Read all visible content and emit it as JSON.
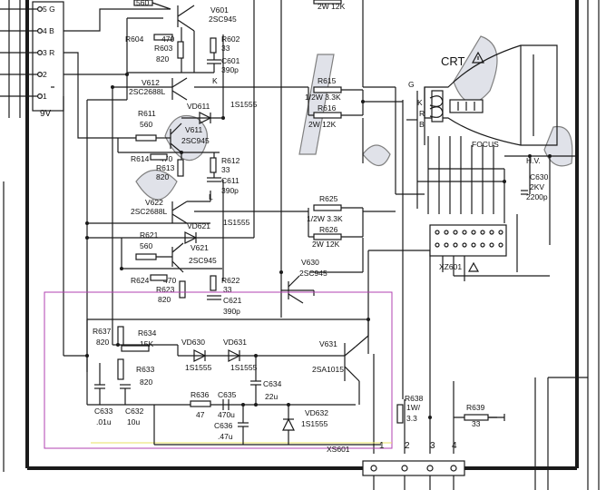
{
  "connector_left": {
    "pins": [
      "5 G",
      "4 B",
      "3 R",
      "2",
      "1"
    ],
    "supply": "9V"
  },
  "crt": {
    "title": "CRT",
    "pins": [
      "G",
      "K",
      "R",
      "B"
    ],
    "focus": "FOCUS",
    "hv": "H.V."
  },
  "c630": {
    "ref": "C630",
    "v": "2KV",
    "val": "2200p"
  },
  "xz601": "XZ601",
  "top": {
    "r605": "560",
    "v601": "V601",
    "v601type": "2SC945",
    "r_top_2w": "2W 12K"
  },
  "stage_g": {
    "r604": "R604",
    "r604v": "470",
    "r603": "R603",
    "r603v": "820",
    "r602": "R602",
    "r602v": "33",
    "c601": "C601",
    "c601v": "390p",
    "k": "K"
  },
  "stage_r": {
    "v612": "V612",
    "v612t": "2SC2688L",
    "vd611": "VD611",
    "vd611t": "1S1555",
    "r611": "R611",
    "r611v": "560",
    "v611": "V611",
    "v611t": "2SC945",
    "r614": "R614",
    "r614v": "470",
    "r613": "R613",
    "r613v": "820",
    "r612": "R612",
    "r612v": "33",
    "c611": "C611",
    "c611v": "390p",
    "r615": "R615",
    "r615v": "1/2W 3.3K",
    "r616": "R616",
    "r616v": "2W 12K"
  },
  "stage_b": {
    "v622": "V622",
    "v622t": "2SC2688L",
    "l": "L",
    "vd621": "VD621",
    "vd621t": "1S1555",
    "r621": "R621",
    "r621v": "560",
    "v621": "V621",
    "v621t": "2SC945",
    "r624": "R624",
    "r624v": "470",
    "r623": "R623",
    "r623v": "820",
    "r622": "R622",
    "r622v": "33",
    "c621": "C621",
    "c621v": "390p",
    "r625": "R625",
    "r625v": "1/2W 3.3K",
    "r626": "R626",
    "r626v": "2W 12K"
  },
  "v630": {
    "ref": "V630",
    "type": "2SC945"
  },
  "bottom": {
    "r637": "R637",
    "r637v": "820",
    "r634": "R634",
    "r634v": "15K",
    "r633": "R633",
    "r633v": "820",
    "vd630": "VD630",
    "vd630t": "1S1555",
    "vd631": "VD631",
    "vd631t": "1S1555",
    "v631": "V631",
    "v631t": "2SA1015",
    "c634": "C634",
    "c634v": "22u",
    "r636": "R636",
    "r636v": "47",
    "c635": "C635",
    "c635v": "470u",
    "c636": "C636",
    "c636v": ".47u",
    "vd632": "VD632",
    "vd632t": "1S1555",
    "c633": "C633",
    "c633v": ".01u",
    "c632": "C632",
    "c632v": "10u"
  },
  "r638": {
    "ref": "R638",
    "w": "1W/",
    "v": "3.3"
  },
  "r639": {
    "ref": "R639",
    "v": "33"
  },
  "xs601": {
    "ref": "XS601",
    "pins": [
      "1",
      "2",
      "3",
      "4"
    ]
  }
}
